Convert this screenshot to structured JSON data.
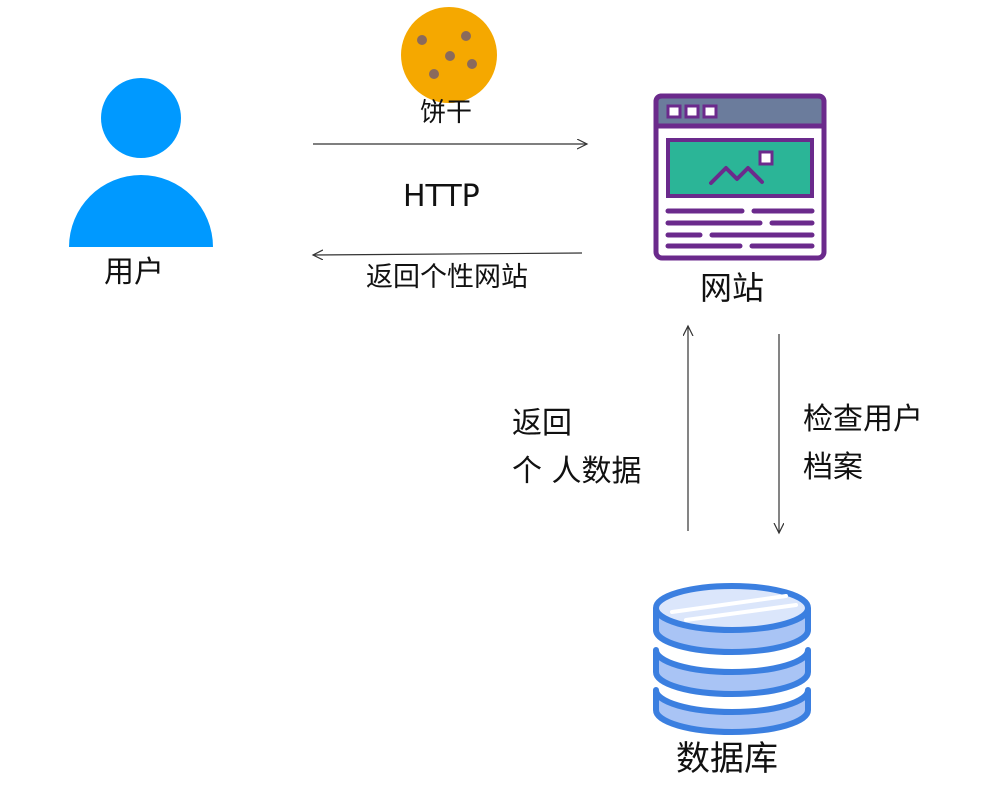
{
  "nodes": {
    "user": {
      "label": "用户"
    },
    "website": {
      "label": "网站"
    },
    "database": {
      "label": "数据库"
    },
    "cookie": {
      "label": "饼干"
    }
  },
  "edges": {
    "http": {
      "label": "HTTP"
    },
    "return_site": {
      "label": "返回个性网站"
    },
    "return_data": {
      "label": "返回\n个 人数据"
    },
    "check_profile": {
      "label": "检查用户\n档案"
    }
  },
  "colors": {
    "user": "#0099ff",
    "cookie": "#f5a800",
    "cookie_chip": "#8a6a5c",
    "browser_border": "#6b2a8c",
    "browser_header": "#6b7c9c",
    "browser_image": "#2bb597",
    "db_stroke": "#3b7fe0",
    "db_fill": "#a9c4f5"
  },
  "icons": [
    "user-icon",
    "cookie-icon",
    "browser-window-icon",
    "database-icon"
  ]
}
